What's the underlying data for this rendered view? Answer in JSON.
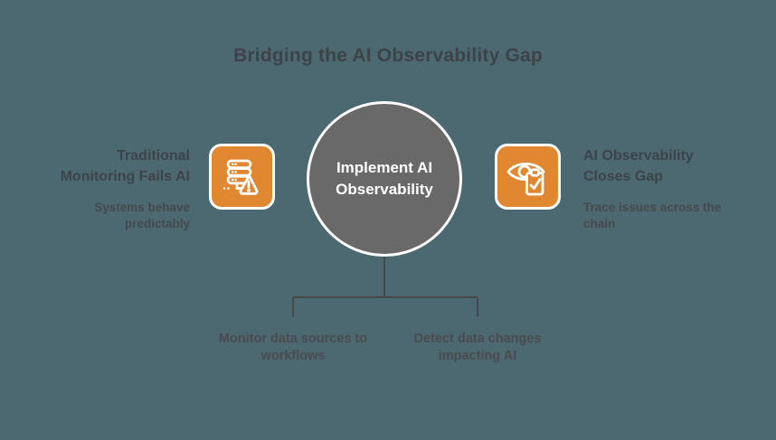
{
  "header": {
    "title": "Bridging the AI Observability Gap"
  },
  "center": {
    "label": "Implement AI Observability"
  },
  "left": {
    "title": "Traditional Monitoring Fails AI",
    "subtitle": "Systems behave predictably",
    "icon": "database-warning-icon"
  },
  "right": {
    "title": "AI Observability Closes Gap",
    "subtitle": "Trace issues across the chain",
    "icon": "eye-checklist-icon"
  },
  "branches": [
    {
      "label": "Monitor data sources to workflows"
    },
    {
      "label": "Detect data changes impacting AI"
    }
  ],
  "colors": {
    "background": "#4c6971",
    "accent_orange": "#e0872f",
    "node_gray": "#696969",
    "text_dark": "#3d4448",
    "node_text": "#ffffff",
    "connector": "#484848"
  }
}
